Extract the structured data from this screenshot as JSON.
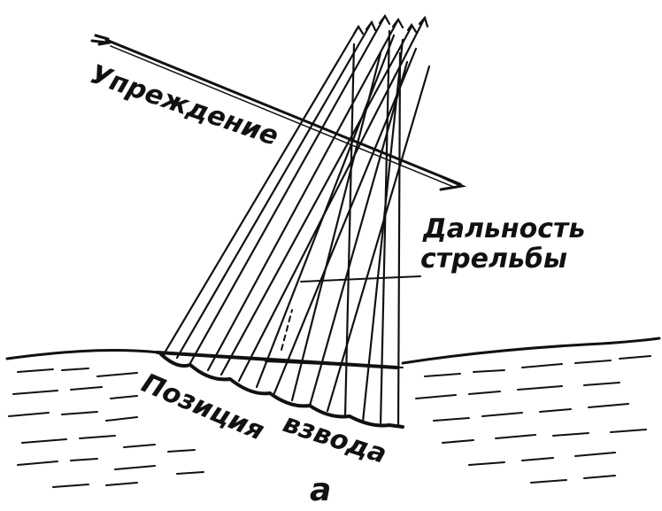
{
  "labels": {
    "lead": "Упреждение",
    "range": "Дальность",
    "range_line2": "стрельбы",
    "position_word1": "Позиция",
    "position_word2": "взвода",
    "caption": "а"
  },
  "colors": {
    "ink": "#111111",
    "paper": "#ffffff"
  }
}
